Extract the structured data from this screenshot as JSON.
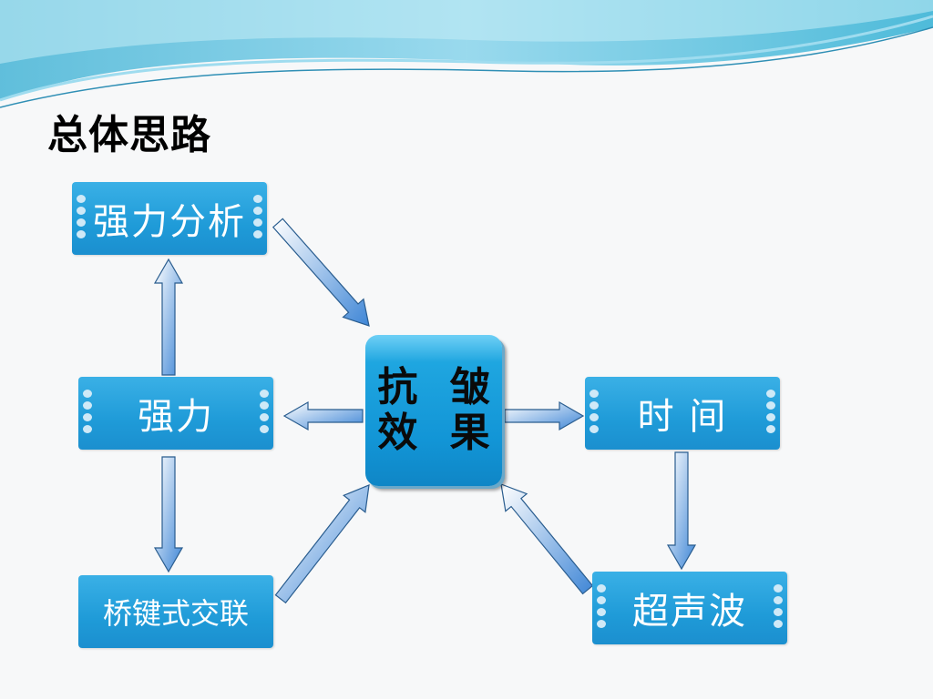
{
  "title": "总体思路",
  "center": {
    "line1": "抗 皱",
    "line2": "效 果"
  },
  "nodes": {
    "analysis": "强力分析",
    "strength": "强力",
    "crosslink": "桥键式交联",
    "time": "时 间",
    "ultrasound": "超声波"
  },
  "colors": {
    "node_fill": "#1f9bd8",
    "arrow_fill": "#4a90d9",
    "wave": "#5ec3e0"
  }
}
